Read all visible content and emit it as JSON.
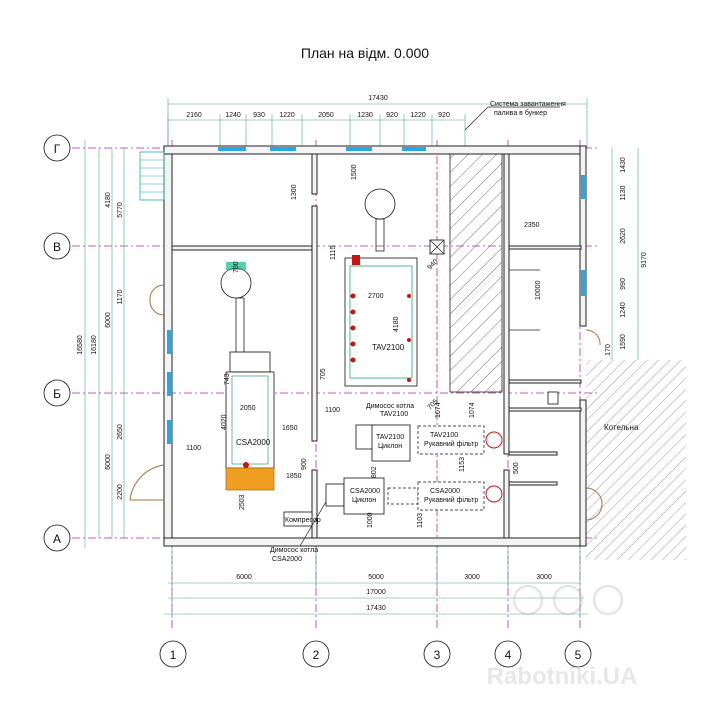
{
  "title": "План на відм. 0.000",
  "axes_letters": [
    "Г",
    "В",
    "Б",
    "А"
  ],
  "axes_numbers": [
    "1",
    "2",
    "3",
    "4",
    "5"
  ],
  "top_total": "17430",
  "top_dims": [
    "2160",
    "1240",
    "930",
    "1220",
    "2050",
    "1230",
    "920",
    "1220",
    "920"
  ],
  "bunker_note_line1": "Система завантаження",
  "bunker_note_line2": "палива в бункер",
  "bottom_dims": {
    "row1": [
      "6000",
      "5000",
      "3000",
      "3000"
    ],
    "row2": "17000",
    "row3": "17430"
  },
  "left_dims": {
    "outer1": "16580",
    "outer2": "16180",
    "segA": [
      "4180",
      "5770",
      "1170",
      "6000",
      "2650",
      "6000",
      "2200"
    ]
  },
  "right_dims": {
    "total": "9170",
    "segs": [
      "1430",
      "1130",
      "2620",
      "990",
      "1240",
      "1590",
      "170"
    ]
  },
  "inner_dims": [
    "700",
    "1300",
    "1500",
    "1115",
    "2700",
    "4180",
    "940",
    "2350",
    "10000",
    "743",
    "2050",
    "4020",
    "1650",
    "1100",
    "1100",
    "705",
    "705",
    "1074",
    "1074",
    "1153",
    "802",
    "1850",
    "2503",
    "1000",
    "1103",
    "900",
    "500"
  ],
  "labels": {
    "tav2100": "TAV2100",
    "csa2000": "CSA2000",
    "tav_cyclone_1": "TAV2100",
    "tav_cyclone_2": "Циклон",
    "tav_filter_1": "TAV2100",
    "tav_filter_2": "Рукавний фільтр",
    "csa_cyclone_1": "CSA2000",
    "csa_cyclone_2": "Циклон",
    "csa_filter_1": "CSA2000",
    "csa_filter_2": "Рукавний фільтр",
    "fan_tav_1": "Димосос котла",
    "fan_tav_2": "TAV2100",
    "fan_csa_1": "Димосос котла",
    "fan_csa_2": "CSA2000",
    "compressor": "Компресор",
    "boiler_room": "Котельна"
  },
  "watermark": "Rabotniki.UA",
  "colors": {
    "axis": "#c020c0",
    "dimension": "#44aa88",
    "window": "#2aa7e0",
    "equipment_red": "#cc1111",
    "burner_orange": "#f0a020",
    "door": "#b07030"
  }
}
